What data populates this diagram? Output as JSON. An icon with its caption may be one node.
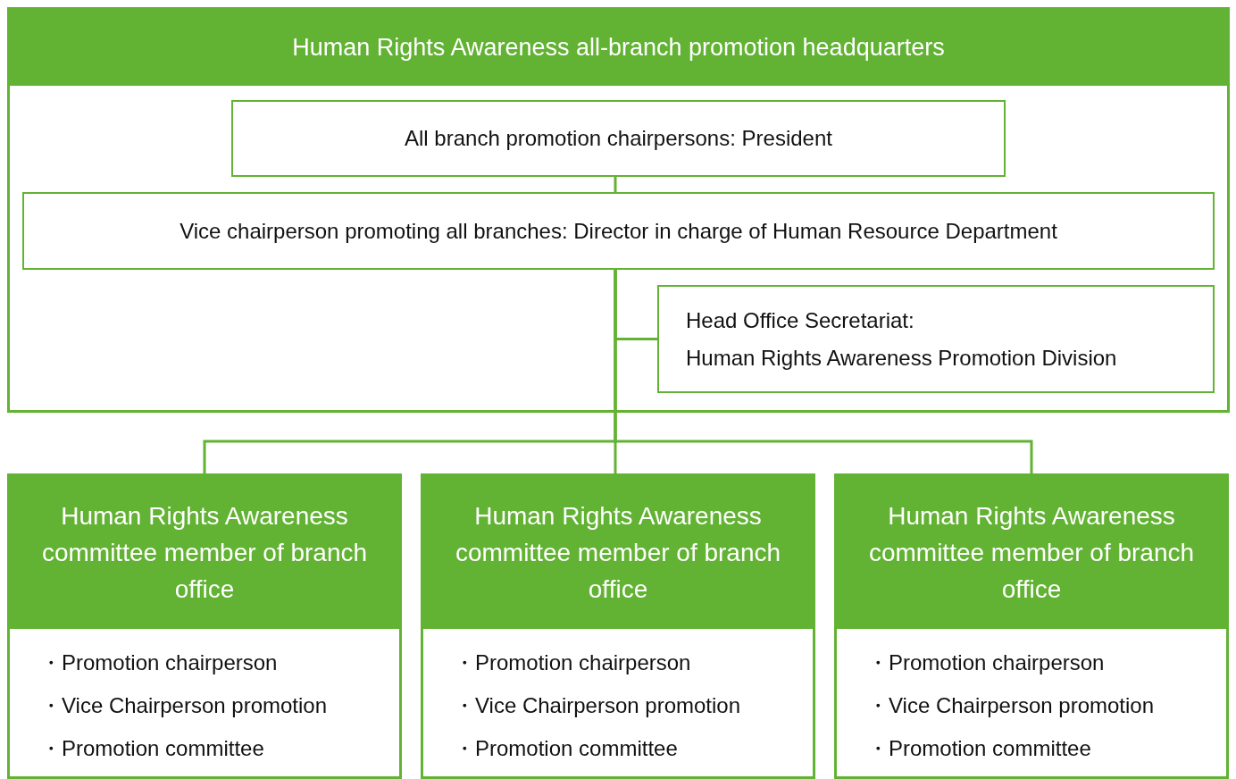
{
  "diagram": {
    "nodes": [
      {
        "text": [
          "Human Rights Awareness all-branch promotion headquarters"
        ]
      },
      {
        "text": [
          "All branch promotion chairpersons: President"
        ],
        "in": 0
      },
      {
        "text": [
          "Vice chairperson promoting all branches: Director in charge of Human Resource Department"
        ],
        "in": 0
      },
      {
        "text": [
          "Head Office Secretariat:",
          "Human Rights Awareness Promotion Division"
        ],
        "in": 0
      },
      {
        "text": [
          "Human Rights Awareness committee member of branch office",
          "・Promotion chairperson",
          "・Vice Chairperson promotion",
          "・Promotion committee"
        ]
      },
      {
        "text": [
          "Human Rights Awareness committee member of branch office",
          "・Promotion chairperson",
          "・Vice Chairperson promotion",
          "・Promotion committee"
        ]
      },
      {
        "text": [
          "Human Rights Awareness committee member of branch office",
          "・Promotion chairperson",
          "・Vice Chairperson promotion",
          "・Promotion committee"
        ]
      }
    ],
    "edges": [
      {
        "from": 1,
        "to": 2,
        "arrow": "none"
      },
      {
        "from": 2,
        "to": 3,
        "arrow": "none"
      },
      {
        "from": 2,
        "to": 4,
        "arrow": "none"
      },
      {
        "from": 2,
        "to": 5,
        "arrow": "none"
      },
      {
        "from": 2,
        "to": 6,
        "arrow": "none"
      }
    ]
  }
}
